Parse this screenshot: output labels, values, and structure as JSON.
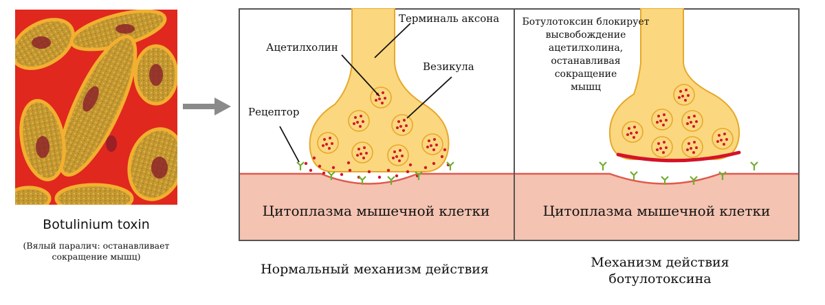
{
  "left": {
    "caption": "Botulinium toxin",
    "subcaption_line1": "(Вялый паралич: останавливает",
    "subcaption_line2": "сокращение мышц)"
  },
  "normal": {
    "terminal_label": "Терминаль аксона",
    "acetylcholine_label": "Ацетилхолин",
    "vesicle_label": "Везикула",
    "receptor_label": "Рецептор",
    "cytoplasm_label": "Цитоплазма мышечной клетки",
    "title": "Нормальный механизм действия"
  },
  "botox": {
    "note_lines": [
      "Ботулотоксин блокирует",
      "высвобождение",
      "ацетилхолина,",
      "останавливая",
      "сокращение",
      "мышц"
    ],
    "cytoplasm_label": "Цитоплазма мышечной клетки",
    "title_line1": "Механизм действия",
    "title_line2": "ботулотоксина"
  },
  "colors": {
    "micrograph_bg": "#e0281e",
    "cell_fill": "#c99a34",
    "cell_rim": "#f2b030",
    "axon_fill": "#fbd77f",
    "axon_stroke": "#e6a82a",
    "acetylcholine_dot": "#d0182a",
    "receptor": "#6fae2d",
    "muscle_fill": "#f4c3b1",
    "muscle_edge": "#e05a4e",
    "block_bar": "#d4122a",
    "arrow": "#8a8a8a"
  }
}
